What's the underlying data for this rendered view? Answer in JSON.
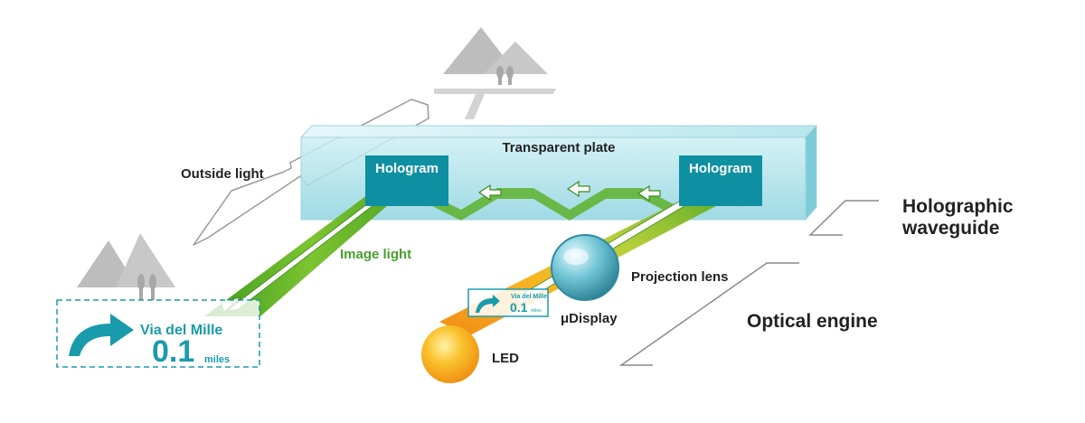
{
  "labels": {
    "transparent_plate": "Transparent plate",
    "hologram_left": "Hologram",
    "hologram_right": "Hologram",
    "outside_light": "Outside light",
    "image_light": "Image light",
    "holographic_waveguide_line1": "Holographic",
    "holographic_waveguide_line2": "waveguide",
    "projection_lens": "Projection lens",
    "micro_display": "μDisplay",
    "led": "LED",
    "optical_engine": "Optical engine"
  },
  "nav_sign": {
    "street": "Via del Mille",
    "distance": "0.1",
    "unit": "miles"
  },
  "colors": {
    "teal": "#1a9bab",
    "hologram_fill": "#0f8fa2",
    "plate": "#a9dfe8",
    "green": "#58ac2a",
    "orange": "#f39a1e",
    "gray": "#bdbdbd",
    "text": "#222222",
    "image_light_text": "#4a9e2e"
  },
  "icons": [
    "mountain-icon",
    "tree-icon",
    "road-icon",
    "turn-arrow-icon",
    "led-icon",
    "lens-icon"
  ]
}
